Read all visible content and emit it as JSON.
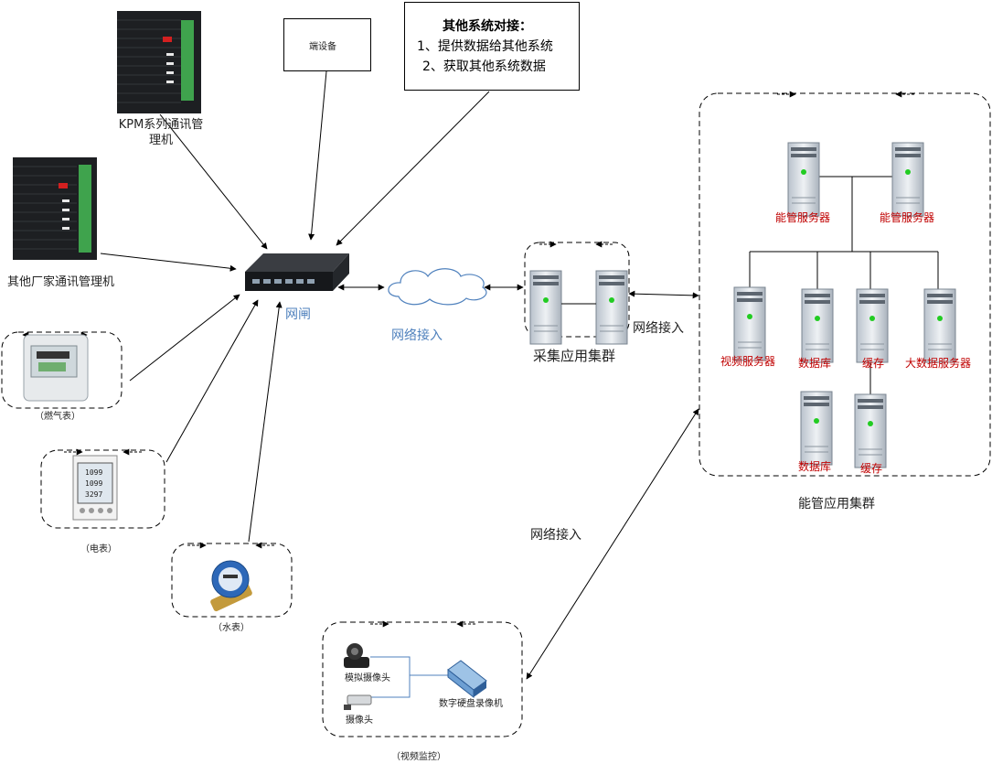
{
  "devices": {
    "kpm": "KPM系列通讯管理机",
    "other_vendor": "其他厂家通讯管理机",
    "gas_meter": "（燃气表）",
    "power_meter": "（电表）",
    "water_meter": "（水表）",
    "gateway": "网闸",
    "network_access_1": "网络接入",
    "network_access_2": "网络接入",
    "network_access_3": "网络接入",
    "collection_cluster": "采集应用集群",
    "energy_cluster": "能管应用集群",
    "end_device": "端设备"
  },
  "other_systems": {
    "title": "其他系统对接：",
    "line1": "1、提供数据给其他系统",
    "line2": "2、获取其他系统数据"
  },
  "servers": {
    "energy_1": "能管服务器",
    "energy_2": "能管服务器",
    "video": "视频服务器",
    "database_1": "数据库",
    "cache_1": "缓存",
    "bigdata": "大数据服务器",
    "database_2": "数据库",
    "cache_2": "缓存"
  },
  "video": {
    "analog_camera": "模拟摄像头",
    "camera": "摄像头",
    "nvr": "数字硬盘录像机",
    "group": "（视频监控）"
  },
  "meter_display": [
    "1099",
    "1099",
    "3297"
  ]
}
